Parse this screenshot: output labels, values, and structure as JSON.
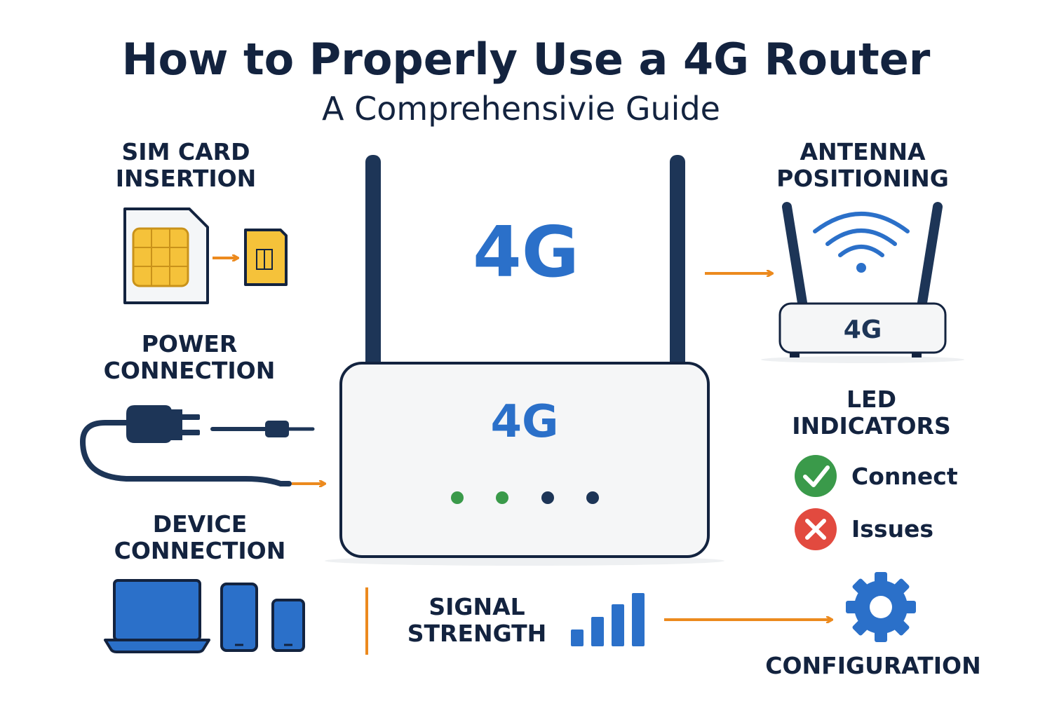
{
  "header": {
    "title": "How to Properly Use a 4G Router",
    "subtitle": "A Comprehensivie Guide"
  },
  "router": {
    "antenna_label": "4G",
    "body_label": "4G"
  },
  "sections": {
    "sim_card": {
      "line1": "SIM CARD",
      "line2": "INSERTION"
    },
    "power": {
      "line1": "POWER",
      "line2": "CONNECTION"
    },
    "device": {
      "line1": "DEVICE",
      "line2": "CONNECTION"
    },
    "antenna": {
      "line1": "ANTENNA",
      "line2": "POSITIONING",
      "router_label": "4G"
    },
    "led": {
      "line1": "LED",
      "line2": "INDICATORS",
      "connect": "Connect",
      "issues": "Issues"
    },
    "signal": {
      "line1": "SIGNAL",
      "line2": "STRENGTH"
    },
    "configuration": {
      "label": "CONFIGURATION"
    }
  },
  "colors": {
    "navy": "#1d3557",
    "blue": "#2b70c9",
    "orange": "#ec8a1e",
    "green": "#3a9a4a",
    "red": "#e24a3f",
    "gold": "#f5c23a"
  },
  "icons": [
    "sim-card-icon",
    "plug-icon",
    "laptop-icon",
    "phone-icon",
    "tablet-icon",
    "antenna-router-icon",
    "wifi-icon",
    "check-icon",
    "cross-icon",
    "signal-bars-icon",
    "gear-icon",
    "arrow-icon"
  ]
}
